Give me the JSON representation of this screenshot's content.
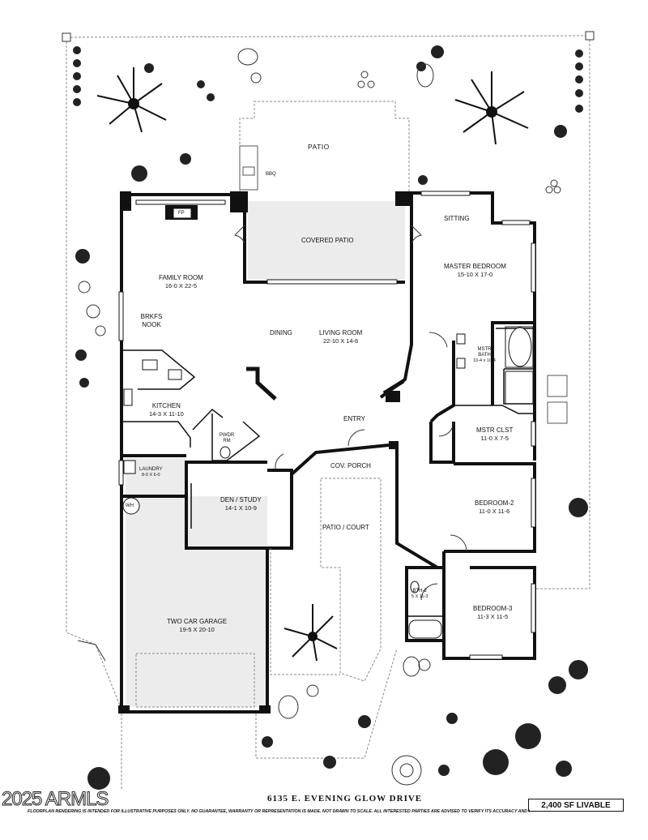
{
  "rooms": {
    "patio": {
      "name": "PATIO"
    },
    "bbq": {
      "name": "BBQ"
    },
    "fp": {
      "name": "FP"
    },
    "covered_patio": {
      "name": "COVERED PATIO"
    },
    "sitting": {
      "name": "SITTING"
    },
    "family_room": {
      "name": "FAMILY ROOM",
      "dim": "16-0  X  22-5"
    },
    "master_bedroom": {
      "name": "MASTER BEDROOM",
      "dim": "15-10  X  17-0"
    },
    "brkfs_nook": {
      "name": "BRKFS NOOK"
    },
    "dining": {
      "name": "DINING"
    },
    "living_room": {
      "name": "LIVING ROOM",
      "dim": "22-10  X  14-6"
    },
    "mstr_bath": {
      "name": "MSTR BATH",
      "dim": "10-4 x 10-4"
    },
    "kitchen": {
      "name": "KITCHEN",
      "dim": "14-3  X  11-10"
    },
    "entry": {
      "name": "ENTRY"
    },
    "pwdr_rm": {
      "name": "PWDR RM"
    },
    "mstr_clst": {
      "name": "MSTR CLST",
      "dim": "11-0  X  7-5"
    },
    "cov_porch": {
      "name": "COV. PORCH"
    },
    "laundry": {
      "name": "LAUNDRY",
      "dim": "8-0 X 6-0"
    },
    "wh": {
      "name": "WH"
    },
    "den_study": {
      "name": "DEN / STUDY",
      "dim": "14-1  X  10-9"
    },
    "bedroom_2": {
      "name": "BEDROOM-2",
      "dim": "11-0  X  11-6"
    },
    "patio_court": {
      "name": "PATIO / COURT"
    },
    "bth_2": {
      "name": "BTH-2",
      "dim": "5 X 11-3"
    },
    "bedroom_3": {
      "name": "BEDROOM-3",
      "dim": "11-3  X  11-5"
    },
    "garage": {
      "name": "TWO CAR GARAGE",
      "dim": "19-5  X  20-10"
    }
  },
  "footer": {
    "address": "6135 E. EVENING GLOW DRIVE",
    "copyright": "2025 ARMLS",
    "disclaimer": "FLOORPLAN RENDERING IS INTENDED FOR ILLUSTRATIVE PURPOSES ONLY.  NO GUARANTEE, WARRANTY OR REPRESENTATION IS MADE.  NOT DRAWN TO SCALE.  ALL INTERESTED PARTIES ARE ADVISED TO VERIFY ITS ACCURACY AND COMPLETENESS.  APR. MJS",
    "sqft": "2,400  SF LIVABLE"
  },
  "colors": {
    "wall": "#111111",
    "floor_shade": "#ececec",
    "dashed_line": "#888888"
  }
}
